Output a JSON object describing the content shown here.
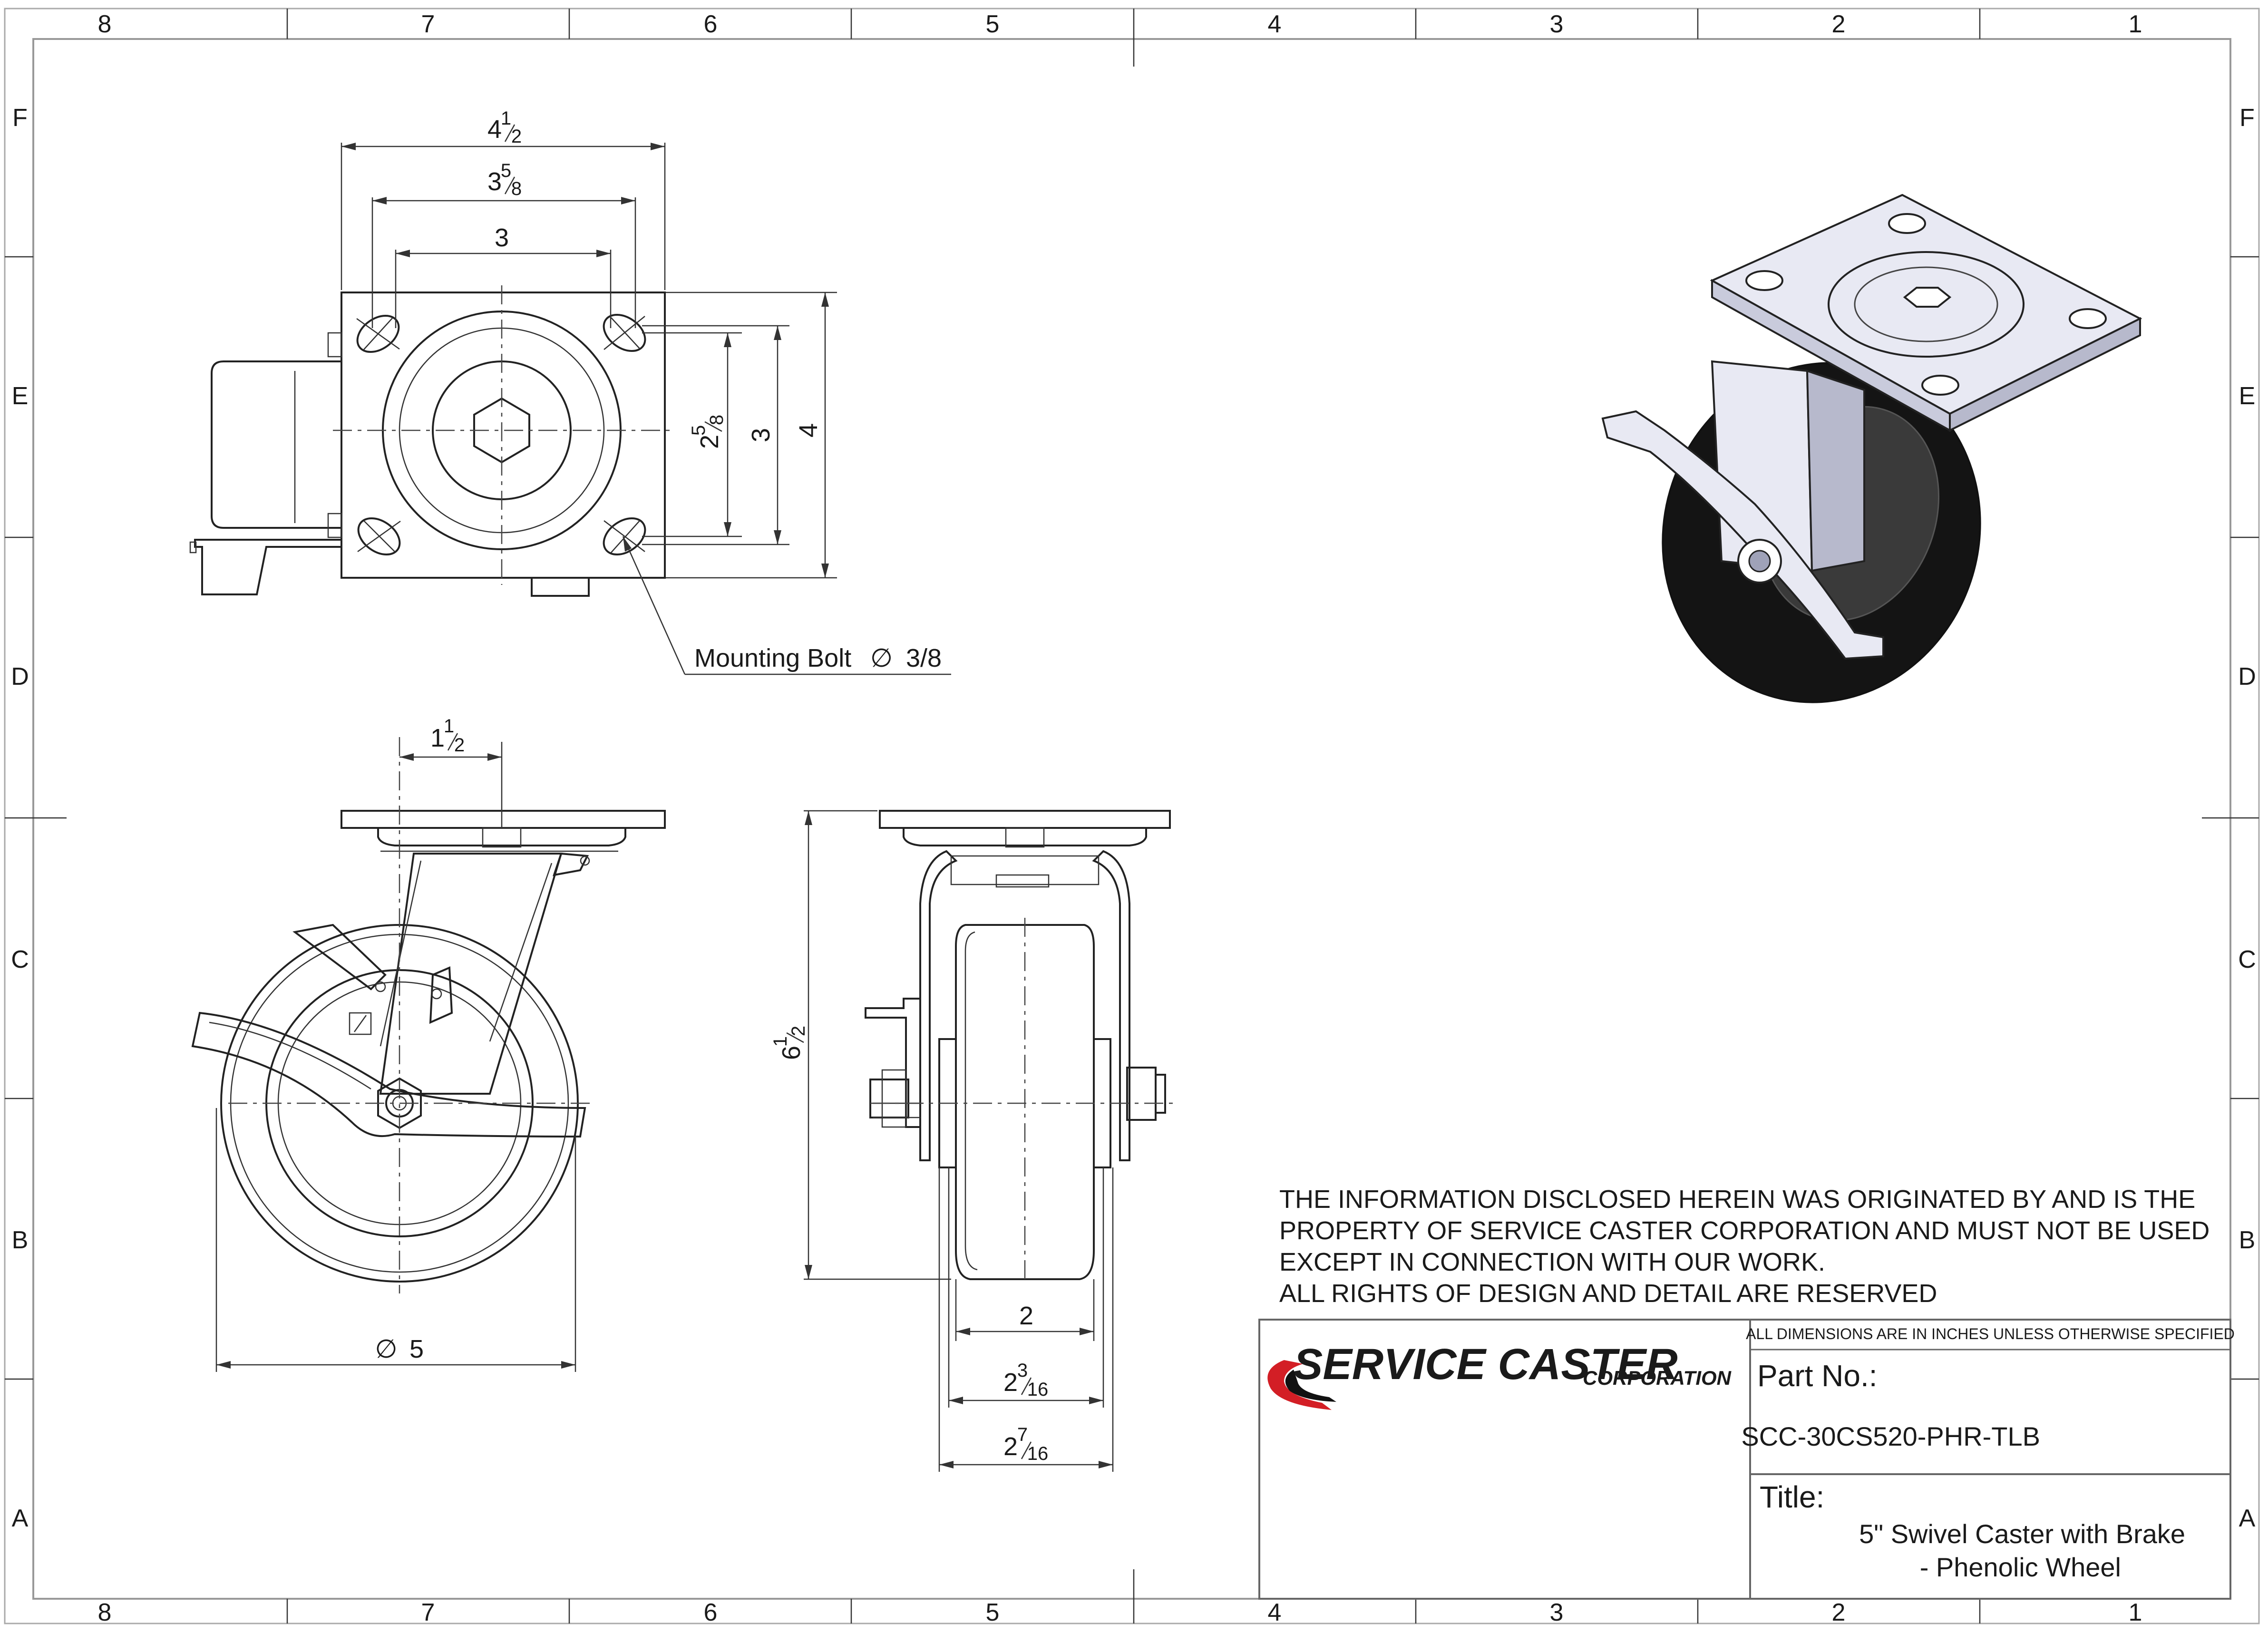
{
  "zones": {
    "columns": [
      "8",
      "7",
      "6",
      "5",
      "4",
      "3",
      "2",
      "1"
    ],
    "rows": [
      "F",
      "E",
      "D",
      "C",
      "B",
      "A"
    ]
  },
  "dimensions": {
    "top_width_whole": "4",
    "top_width_frac_num": "1",
    "top_width_frac_den": "2",
    "bolt_width_whole": "3",
    "bolt_width_frac_num": "5",
    "bolt_width_frac_den": "8",
    "bolt_inner_width": "3",
    "bolt_height_whole": "2",
    "bolt_height_frac_num": "5",
    "bolt_height_frac_den": "8",
    "bolt_inner_height": "3",
    "plate_height": "4",
    "mounting_bolt_label": "Mounting Bolt",
    "mounting_bolt_value": "3/8",
    "offset_whole": "1",
    "offset_frac_num": "1",
    "offset_frac_den": "2",
    "wheel_diameter": "5",
    "overall_height_whole": "6",
    "overall_height_frac_num": "1",
    "overall_height_frac_den": "2",
    "wheel_width": "2",
    "hub_width_whole": "2",
    "hub_width_frac_num": "3",
    "hub_width_frac_den": "16",
    "legs_width_whole": "2",
    "legs_width_frac_num": "7",
    "legs_width_frac_den": "16",
    "diameter_symbol": "∅"
  },
  "notice": [
    "THE INFORMATION DISCLOSED HEREIN WAS ORIGINATED BY AND IS THE",
    "PROPERTY OF SERVICE CASTER CORPORATION AND MUST NOT BE USED",
    "EXCEPT IN CONNECTION WITH OUR WORK.",
    "ALL RIGHTS OF DESIGN AND DETAIL ARE RESERVED"
  ],
  "title_block": {
    "units_note": "ALL DIMENSIONS ARE IN INCHES UNLESS OTHERWISE SPECIFIED",
    "logo_main": "SERVICE CASTER",
    "logo_sub": "CORPORATION",
    "part_no_label": "Part No.:",
    "part_no_value": "SCC-30CS520-PHR-TLB",
    "title_label": "Title:",
    "title_line1": "5\" Swivel Caster with Brake",
    "title_line2": "- Phenolic Wheel"
  },
  "colors": {
    "logo_red": "#d31e25",
    "logo_black": "#111111",
    "iso_plate": "#e8e9f3",
    "iso_plate_shade": "#c9cbdc",
    "iso_wheel": "#141414",
    "iso_wheel_edge": "#3a3a3a"
  }
}
